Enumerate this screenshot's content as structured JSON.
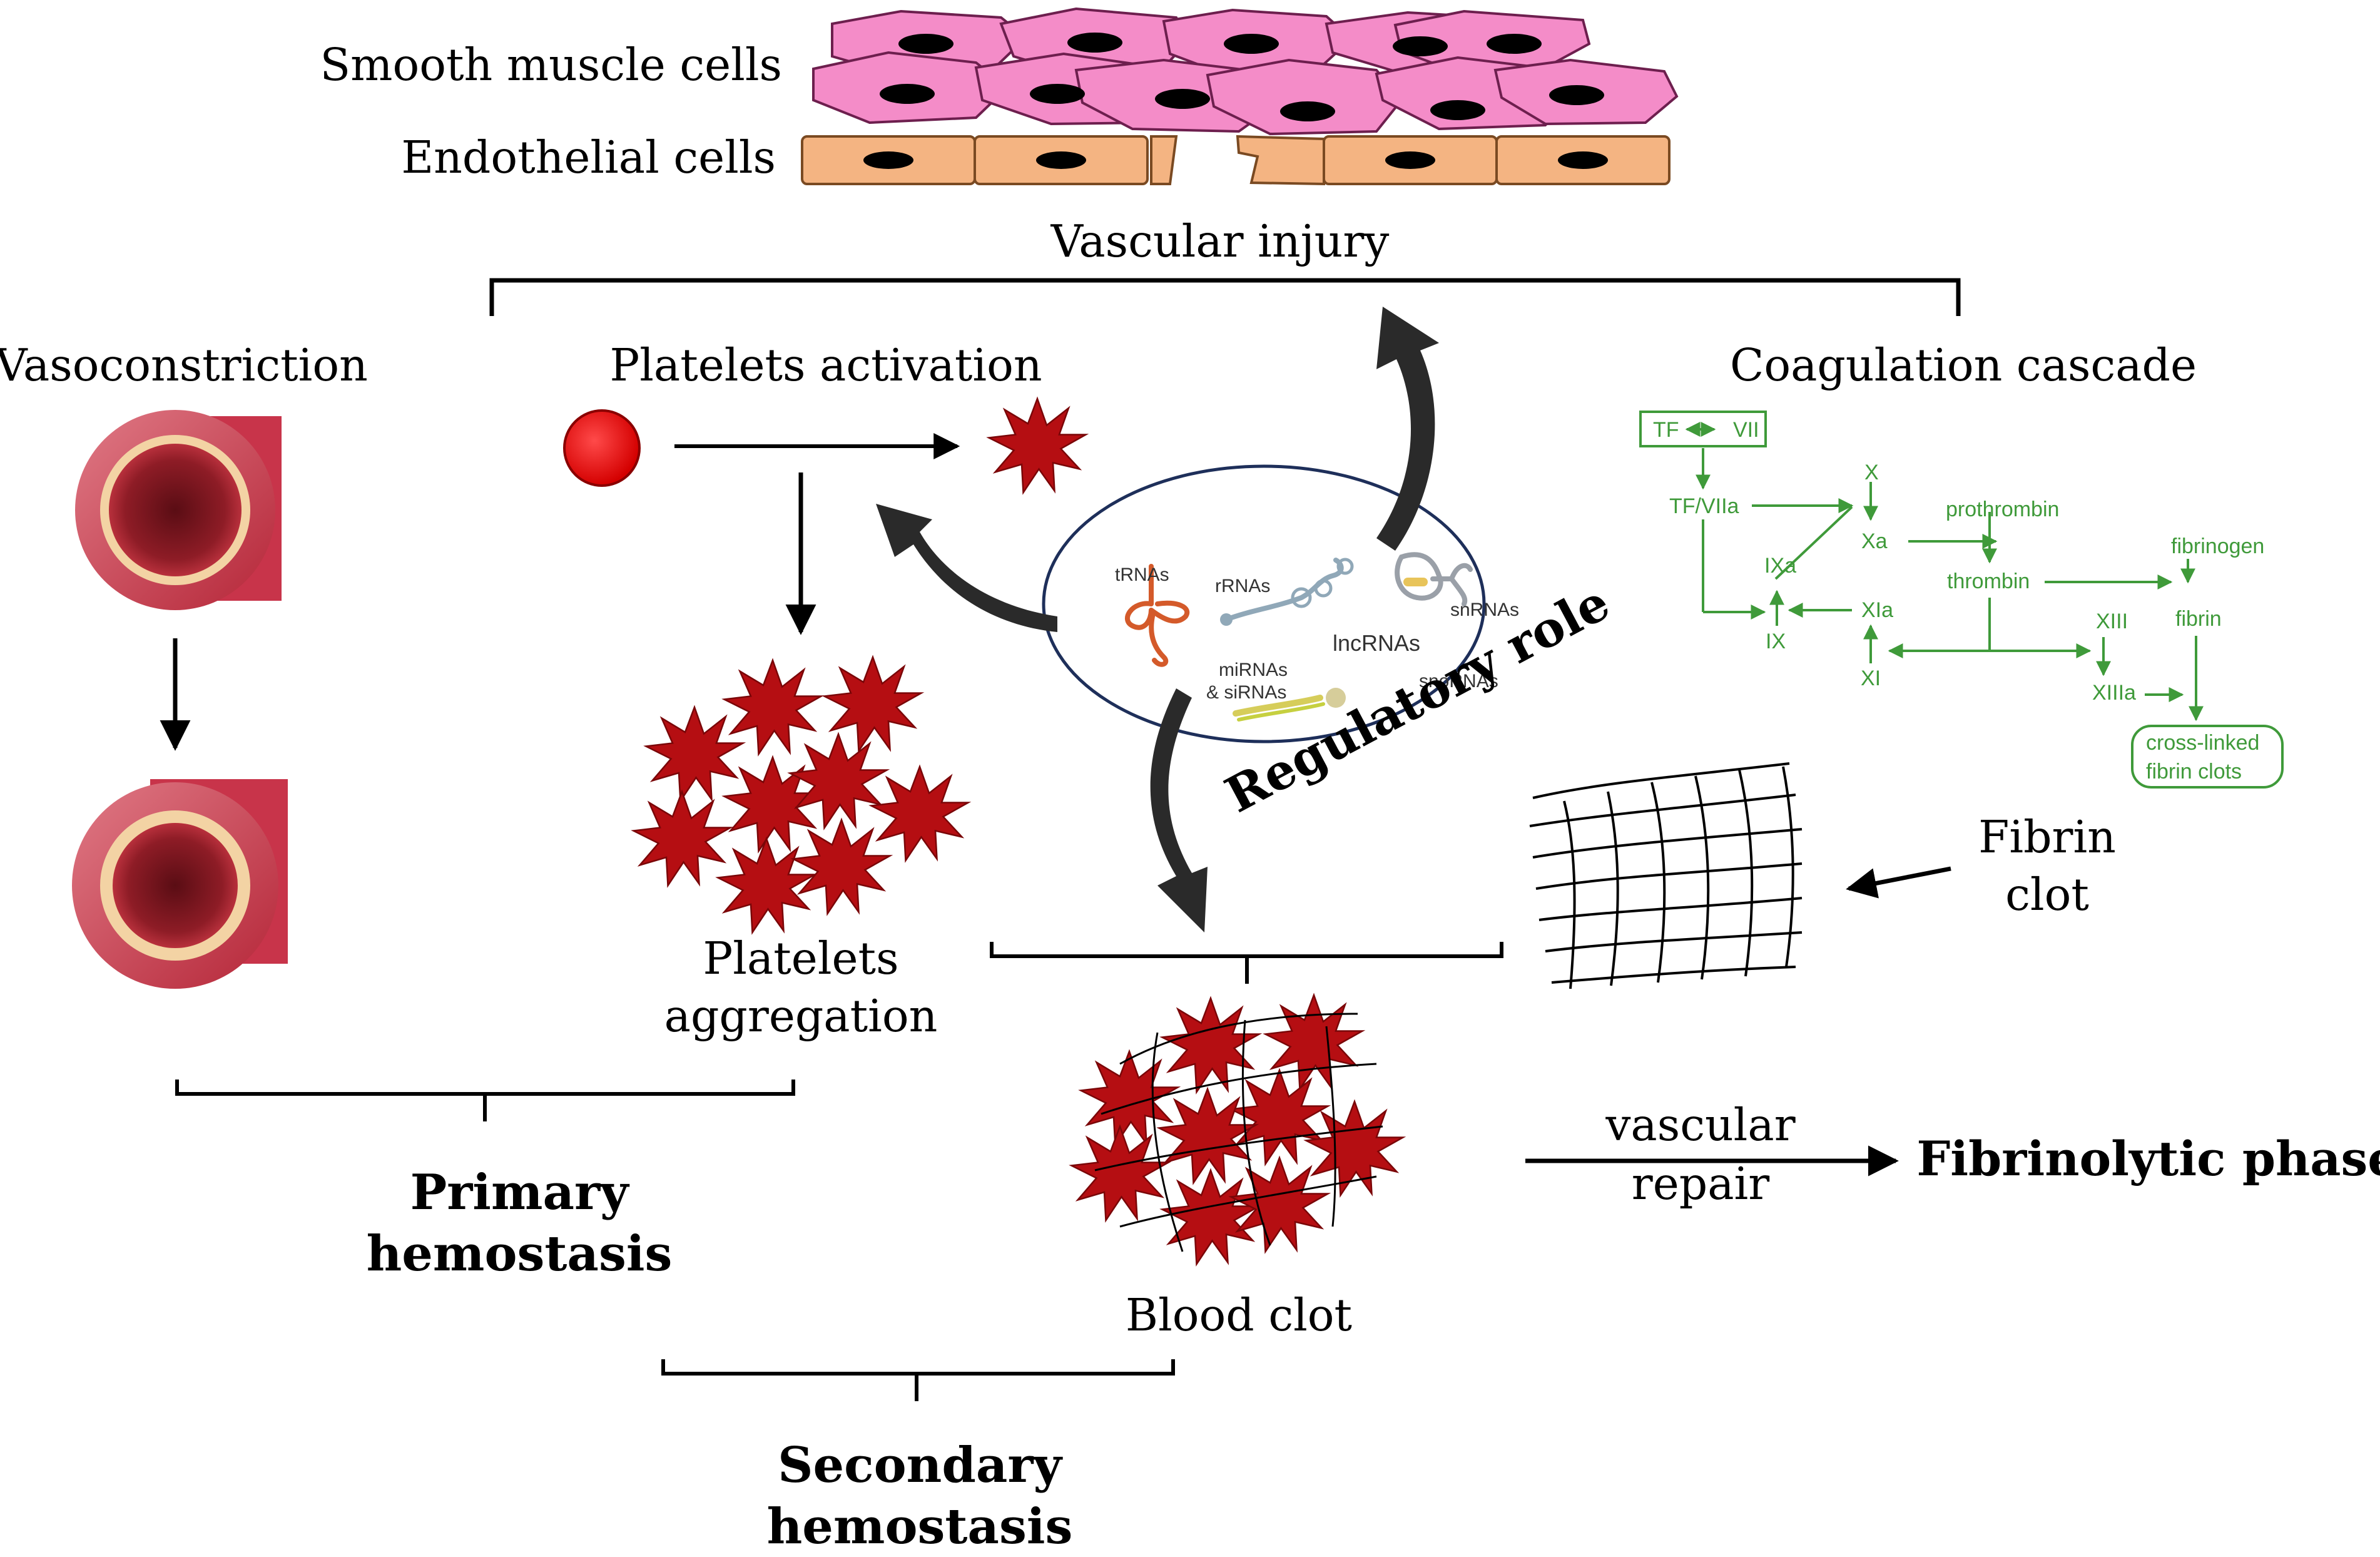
{
  "layers": {
    "smooth_muscle": "Smooth muscle cells",
    "endothelial": "Endothelial cells"
  },
  "injury": {
    "title": "Vascular injury"
  },
  "primary": {
    "vasoconstriction": "Vasoconstriction",
    "platelets_activation": "Platelets activation",
    "platelets_aggregation_line1": "Platelets",
    "platelets_aggregation_line2": "aggregation",
    "group_line1": "Primary",
    "group_line2": "hemostasis"
  },
  "coagulation": {
    "title": "Coagulation  cascade",
    "factors": {
      "tf": "TF",
      "vii": "VII",
      "tf_viia": "TF/VIIa",
      "x": "X",
      "xa": "Xa",
      "ixa": "IXa",
      "ix": "IX",
      "xia": "XIa",
      "xi": "XI",
      "prothrombin": "prothrombin",
      "thrombin": "thrombin",
      "fibrinogen": "fibrinogen",
      "fibrin": "fibrin",
      "xiii": "XIII",
      "xiiia": "XIIIa",
      "crosslinked_line1": "cross-linked",
      "crosslinked_line2": "fibrin clots"
    }
  },
  "rnas": {
    "trna": "tRNAs",
    "rrna": "rRNAs",
    "snrna": "snRNAs",
    "lncrna": "lncRNAs",
    "mirna_line1": "miRNAs",
    "mirna_line2": "& siRNAs",
    "snorna": "snoRNAs",
    "regulatory": "Regulatory role"
  },
  "fibrin": {
    "line1": "Fibrin",
    "line2": "clot"
  },
  "blood_clot": "Blood clot",
  "secondary": {
    "group_line1": "Secondary",
    "group_line2": "hemostasis"
  },
  "repair": {
    "line1": "vascular",
    "line2": "repair"
  },
  "fibrinolytic": "Fibrinolytic phase",
  "colors": {
    "platelet": "#b50e12",
    "resting_platelet": "#e81010",
    "muscle_cell": "#f48cc8",
    "endothelial_cell": "#f4b482",
    "cascade_green": "#3f9a3a",
    "vessel": "#c8344a"
  }
}
